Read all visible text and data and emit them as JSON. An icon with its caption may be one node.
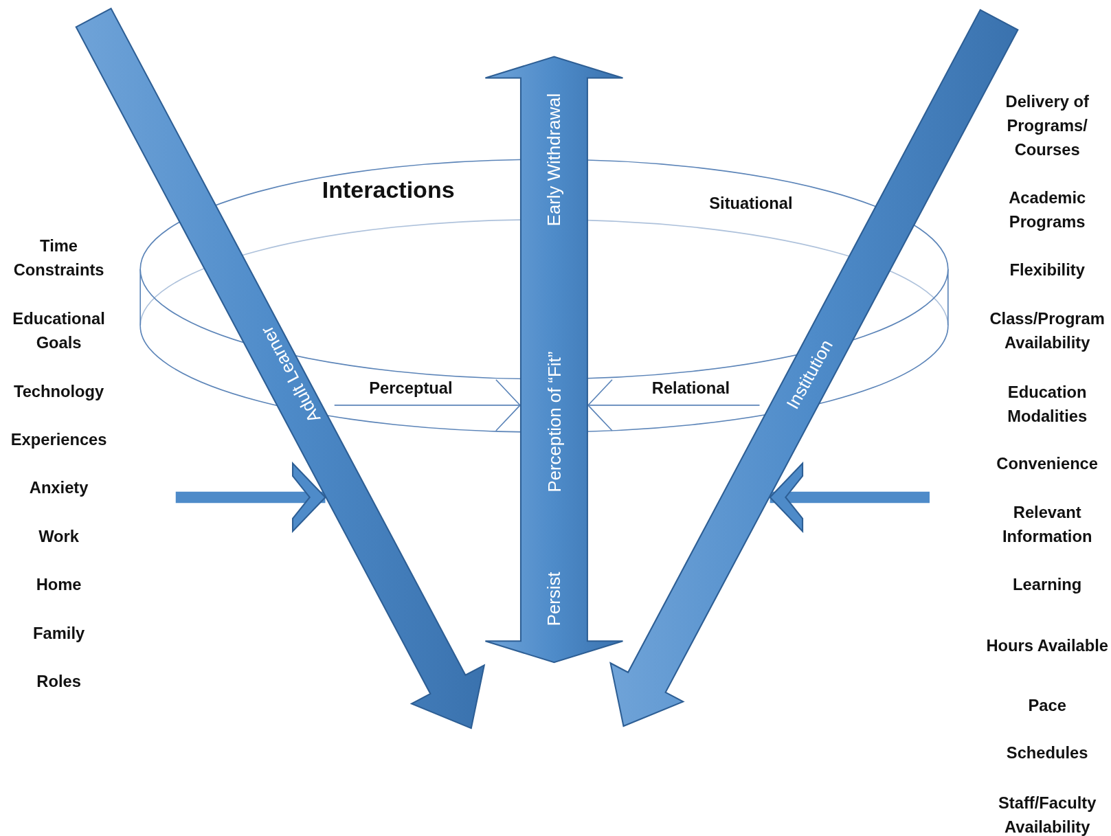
{
  "diagram": {
    "nodes": [
      {
        "text": [
          "Interactions",
          "Situational"
        ]
      },
      {
        "text": [
          "Adult Learner"
        ]
      },
      {
        "text": [
          "Early Withdrawal",
          "Perception of “Fit”",
          "Persist"
        ]
      },
      {
        "text": [
          "Institution"
        ]
      }
    ],
    "edges": [
      {
        "from": 0,
        "to": 2,
        "arrow": "to",
        "label": "Perceptual"
      },
      {
        "from": 0,
        "to": 2,
        "arrow": "to",
        "label": "Relational"
      },
      {
        "from": null,
        "to": 1,
        "arrow": "to",
        "style": "thick"
      },
      {
        "from": null,
        "to": 3,
        "arrow": "to",
        "style": "thick"
      }
    ],
    "labels": [
      "Time Constraints",
      "Educational Goals",
      "Technology",
      "Experiences",
      "Anxiety",
      "Work",
      "Home",
      "Family",
      "Roles",
      "Delivery of Programs/ Courses",
      "Academic Programs",
      "Flexibility",
      "Class/Program Availability",
      "Education Modalities",
      "Convenience",
      "Relevant Information",
      "Learning",
      "Hours Available",
      "Pace",
      "Schedules",
      "Staff/Faculty Availability"
    ]
  }
}
